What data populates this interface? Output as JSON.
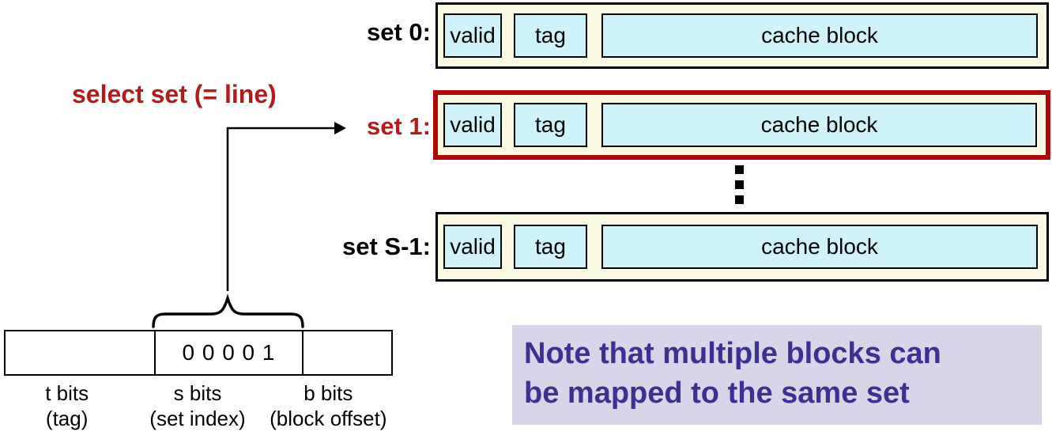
{
  "select_label": "select set (= line)",
  "sets": [
    {
      "label": "set 0:",
      "highlighted": false,
      "cells": [
        "valid",
        "tag",
        "cache block"
      ]
    },
    {
      "label": "set 1:",
      "highlighted": true,
      "cells": [
        "valid",
        "tag",
        "cache block"
      ]
    },
    {
      "label": "set S-1:",
      "highlighted": false,
      "cells": [
        "valid",
        "tag",
        "cache block"
      ]
    }
  ],
  "ellipsis": "⋮",
  "address": {
    "set_index_value": "0 0 0 0 1",
    "fields": [
      {
        "bits": "t bits",
        "meaning": "(tag)"
      },
      {
        "bits": "s bits",
        "meaning": "(set index)"
      },
      {
        "bits": "b bits",
        "meaning": "(block offset)"
      }
    ]
  },
  "note": {
    "line1": "Note that multiple blocks can",
    "line2": "be mapped to the same set"
  },
  "colors": {
    "row_fill": "#FAF9E2",
    "cell_fill": "#CFF3FA",
    "highlight_border": "#AE0808",
    "accent_text": "#B21B1B",
    "note_bg": "#D8D5E9",
    "note_text": "#3A3193"
  }
}
